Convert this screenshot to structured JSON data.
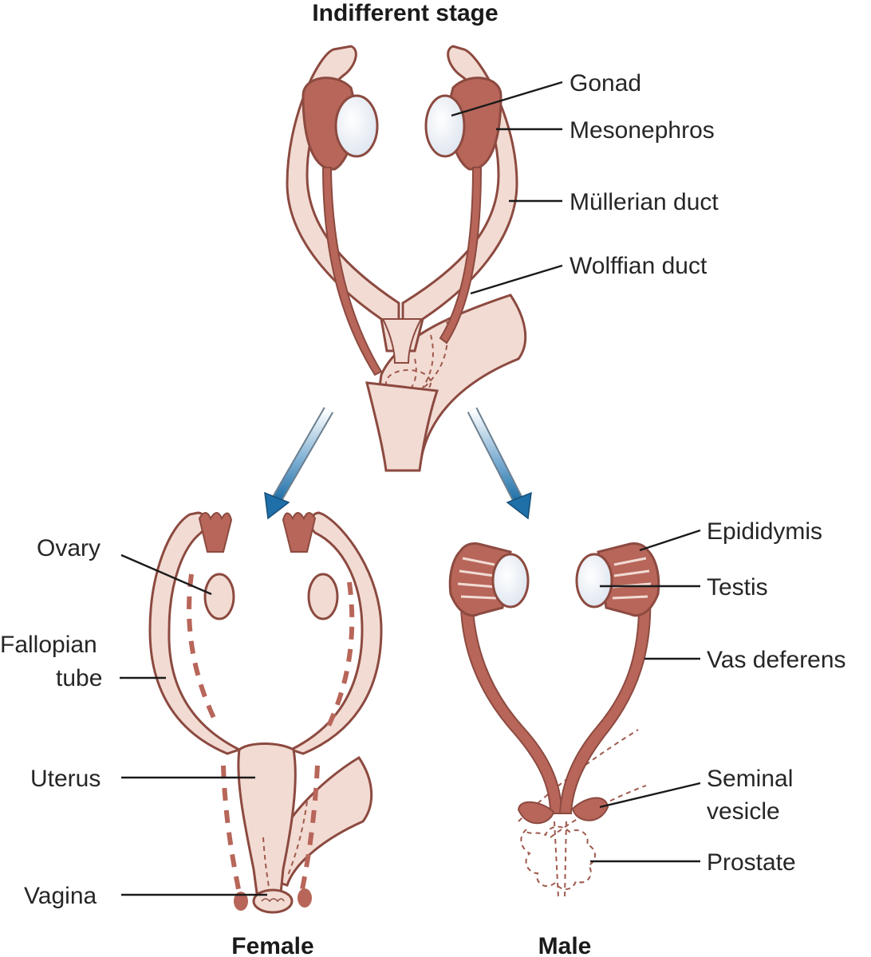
{
  "titles": {
    "top": "Indifferent stage",
    "female": "Female",
    "male": "Male"
  },
  "labels": {
    "gonad": "Gonad",
    "mesonephros": "Mesonephros",
    "mullerian": "Müllerian duct",
    "wolffian": "Wolffian duct",
    "ovary": "Ovary",
    "fallopian_1": "Fallopian",
    "fallopian_2": "tube",
    "uterus": "Uterus",
    "vagina": "Vagina",
    "epididymis": "Epididymis",
    "testis": "Testis",
    "vas_deferens": "Vas deferens",
    "seminal_1": "Seminal",
    "seminal_2": "vesicle",
    "prostate": "Prostate"
  },
  "colors": {
    "light_tissue": "#f2dbd3",
    "dark_tissue": "#b8665a",
    "outline": "#8c4a40",
    "gonad_fill": "#e6ecf3",
    "arrow_blue": "#1f6fa8"
  }
}
